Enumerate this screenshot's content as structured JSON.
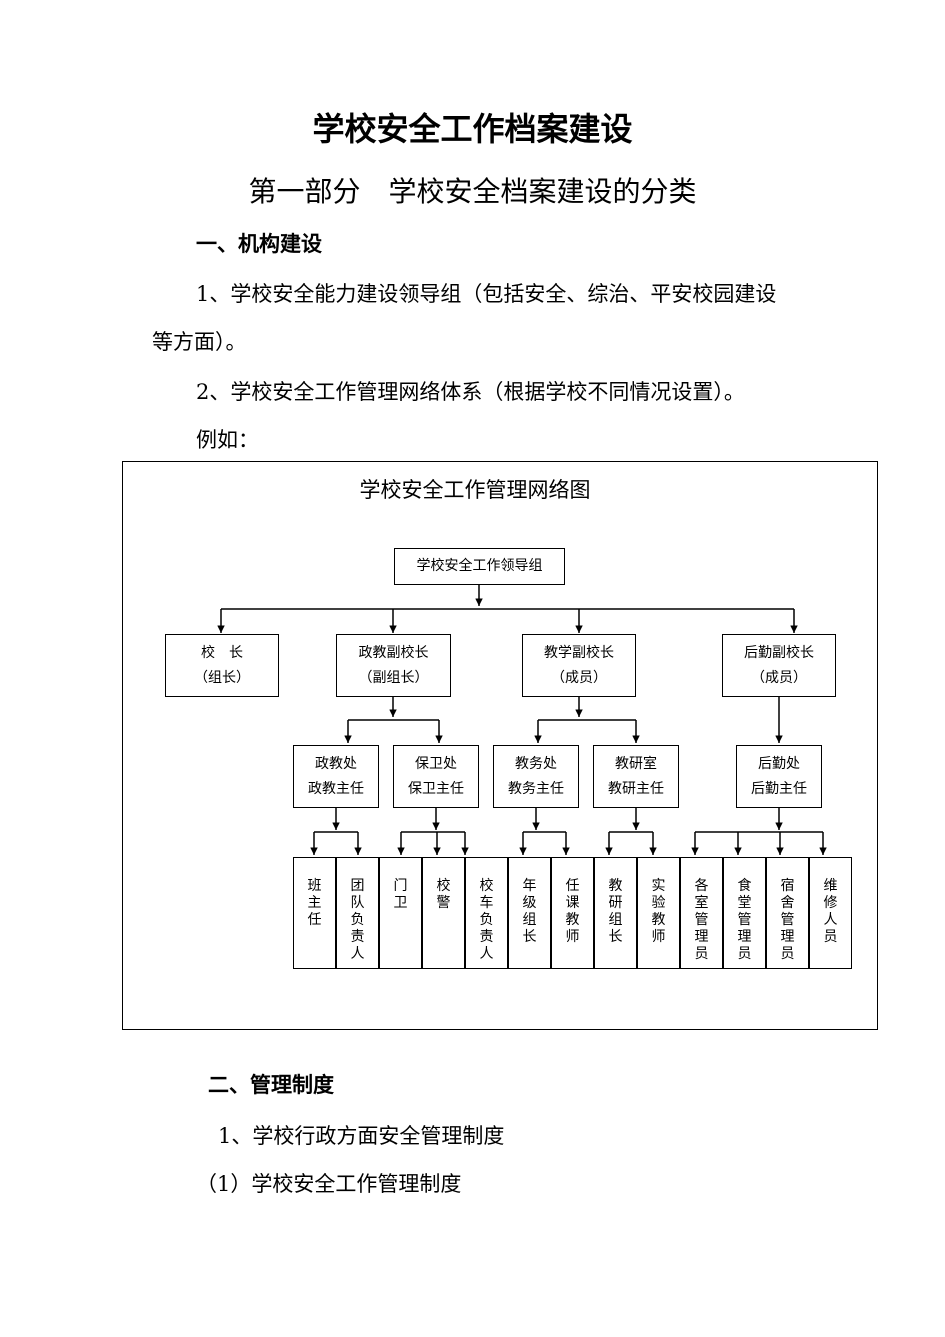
{
  "document": {
    "title": "学校安全工作档案建设",
    "part_title": "第一部分　学校安全档案建设的分类",
    "section1_heading": "一、机构建设",
    "item1_line1": "1、学校安全能力建设领导组（包括安全、综治、平安校园建设",
    "item1_line2": "等方面）。",
    "item2": "2、学校安全工作管理网络体系（根据学校不同情况设置）。",
    "example_label": "例如：",
    "section2_heading": "二、管理制度",
    "sub1": "1、学校行政方面安全管理制度",
    "sub1_1": "（1）学校安全工作管理制度"
  },
  "figure": {
    "title": "学校安全工作管理网络图",
    "root": "学校安全工作领导组",
    "level1": [
      {
        "line1": "校　长",
        "line2": "（组长）"
      },
      {
        "line1": "政教副校长",
        "line2": "（副组长）"
      },
      {
        "line1": "教学副校长",
        "line2": "（成员）"
      },
      {
        "line1": "后勤副校长",
        "line2": "（成员）"
      }
    ],
    "level2": [
      {
        "line1": "政教处",
        "line2": "政教主任"
      },
      {
        "line1": "保卫处",
        "line2": "保卫主任"
      },
      {
        "line1": "教务处",
        "line2": "教务主任"
      },
      {
        "line1": "教研室",
        "line2": "教研主任"
      },
      {
        "line1": "后勤处",
        "line2": "后勤主任"
      }
    ],
    "level3": [
      "班主任",
      "团队负责人",
      "门卫",
      "校警",
      "校车负责人",
      "年级组长",
      "任课教师",
      "教研组长",
      "实验教师",
      "各室管理员",
      "食堂管理员",
      "宿舍管理员",
      "维修人员"
    ]
  }
}
